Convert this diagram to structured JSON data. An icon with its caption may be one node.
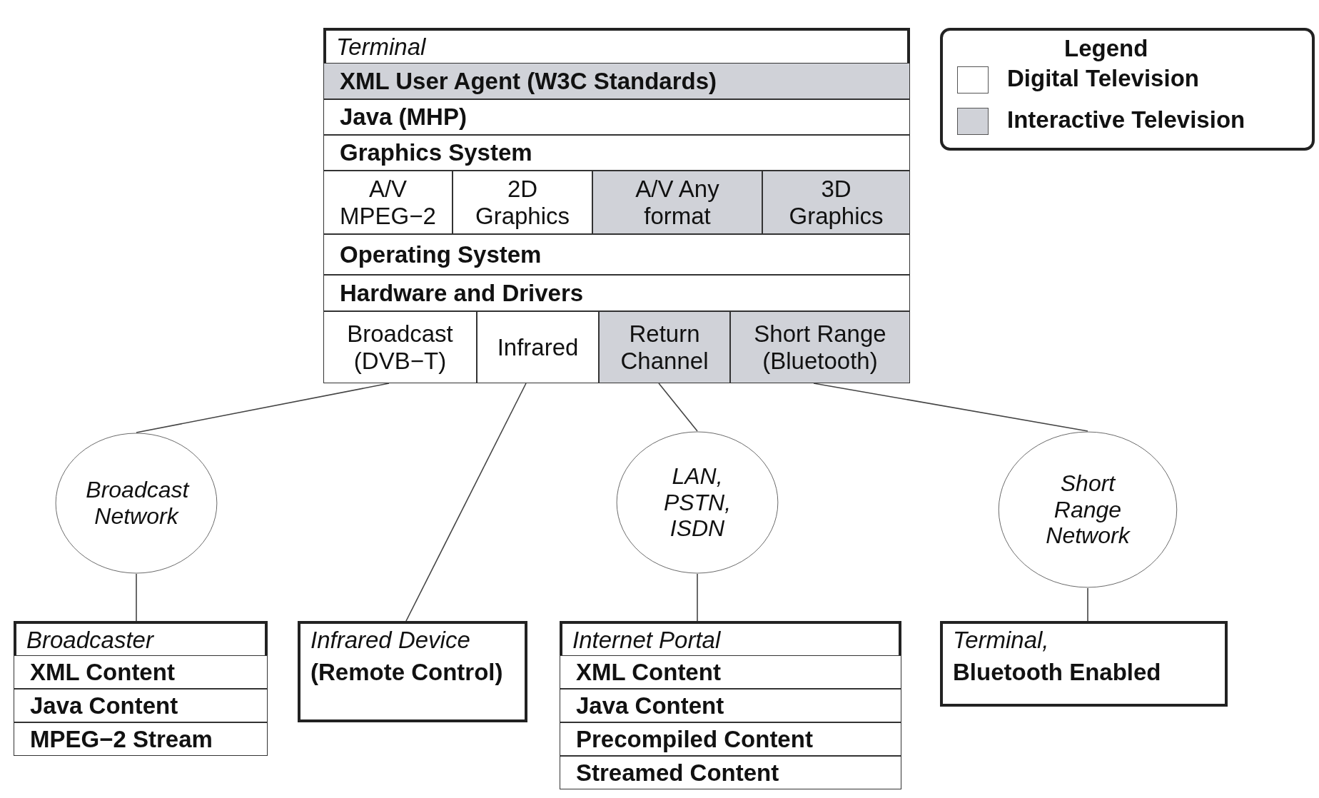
{
  "diagram": {
    "nodes": [
      {
        "text": [
          "Terminal"
        ]
      },
      {
        "text": [
          "XML User Agent (W3C Standards)"
        ],
        "in": 0
      },
      {
        "text": [
          "Java (MHP)"
        ],
        "in": 0
      },
      {
        "text": [
          "Graphics System"
        ],
        "in": 0
      },
      {
        "text": [
          "A/V MPEG−2"
        ],
        "in": 0
      },
      {
        "text": [
          "2D Graphics"
        ],
        "in": 0
      },
      {
        "text": [
          "A/V Any format"
        ],
        "in": 0
      },
      {
        "text": [
          "3D Graphics"
        ],
        "in": 0
      },
      {
        "text": [
          "Operating System"
        ],
        "in": 0
      },
      {
        "text": [
          "Hardware and Drivers"
        ],
        "in": 0
      },
      {
        "text": [
          "Broadcast (DVB−T)"
        ],
        "in": 0
      },
      {
        "text": [
          "Infrared"
        ],
        "in": 0
      },
      {
        "text": [
          "Return Channel"
        ],
        "in": 0
      },
      {
        "text": [
          "Short Range (Bluetooth)"
        ],
        "in": 0
      },
      {
        "text": [
          "Broadcast Network"
        ]
      },
      {
        "text": [
          "LAN, PSTN, ISDN"
        ]
      },
      {
        "text": [
          "Short Range Network"
        ]
      },
      {
        "text": [
          "Broadcaster"
        ]
      },
      {
        "text": [
          "XML Content"
        ],
        "in": 17
      },
      {
        "text": [
          "Java Content"
        ],
        "in": 17
      },
      {
        "text": [
          "MPEG−2 Stream"
        ],
        "in": 17
      },
      {
        "text": [
          "Infrared Device",
          "(Remote Control)"
        ]
      },
      {
        "text": [
          "Internet Portal"
        ]
      },
      {
        "text": [
          "XML Content"
        ],
        "in": 22
      },
      {
        "text": [
          "Java Content"
        ],
        "in": 22
      },
      {
        "text": [
          "Precompiled Content"
        ],
        "in": 22
      },
      {
        "text": [
          "Streamed Content"
        ],
        "in": 22
      },
      {
        "text": [
          "Terminal,",
          "Bluetooth Enabled"
        ]
      }
    ],
    "edges": [
      {
        "from": 10,
        "to": 14,
        "arrow": "none"
      },
      {
        "from": 14,
        "to": 17,
        "arrow": "none"
      },
      {
        "from": 11,
        "to": 21,
        "arrow": "none"
      },
      {
        "from": 12,
        "to": 15,
        "arrow": "none"
      },
      {
        "from": 15,
        "to": 22,
        "arrow": "none"
      },
      {
        "from": 13,
        "to": 16,
        "arrow": "none"
      },
      {
        "from": 16,
        "to": 27,
        "arrow": "none"
      }
    ],
    "labels": [
      "Legend"
    ],
    "legend": [
      {
        "text": "Digital Television",
        "color": "#ffffff"
      },
      {
        "text": "Interactive Television",
        "color": "#d0d2d8"
      }
    ]
  }
}
